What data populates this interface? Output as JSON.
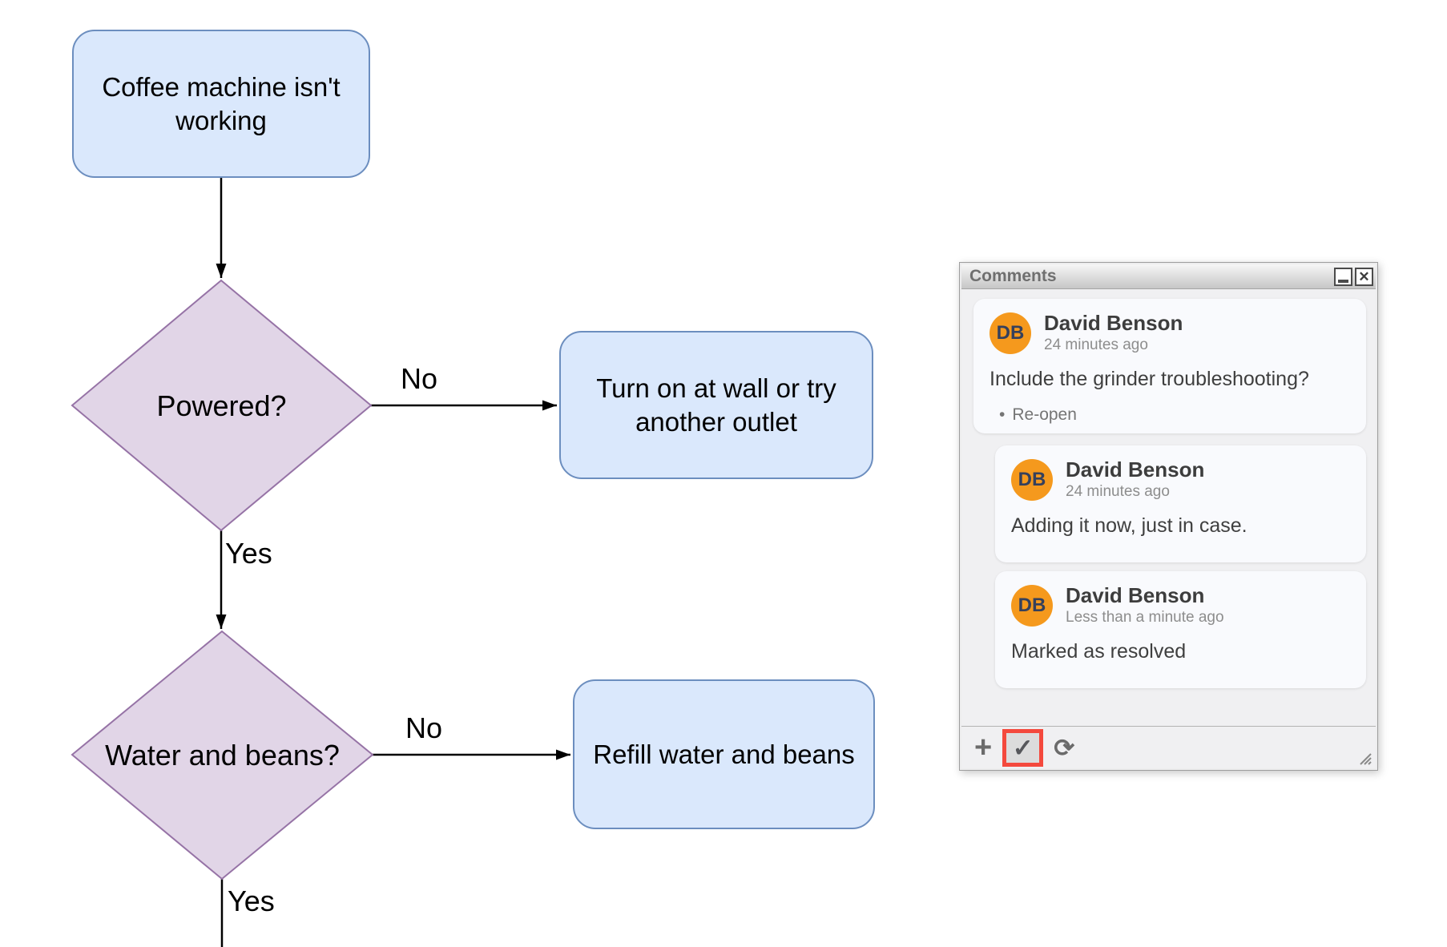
{
  "flowchart": {
    "nodes": {
      "start": {
        "label": "Coffee machine isn't working"
      },
      "decision_powered": {
        "label": "Powered?"
      },
      "action_power": {
        "label": "Turn on at wall or try another outlet"
      },
      "decision_supplies": {
        "label": "Water and beans?"
      },
      "action_refill": {
        "label": "Refill water and beans"
      }
    },
    "edge_labels": {
      "powered_no": "No",
      "powered_yes": "Yes",
      "supplies_no": "No",
      "supplies_yes": "Yes"
    },
    "colors": {
      "process_fill": "#dae8fc",
      "process_border": "#6c8ebf",
      "decision_fill": "#e1d5e7",
      "decision_border": "#9673a6",
      "arrow": "#000000"
    }
  },
  "comments_panel": {
    "title": "Comments",
    "avatar_color": "#f5991d",
    "highlight_color": "#f4493d",
    "icons": {
      "close": "✕",
      "plus": "+",
      "check": "✓",
      "refresh": "⟳",
      "bullet": "•"
    },
    "comments": [
      {
        "initials": "DB",
        "author": "David Benson",
        "time": "24 minutes ago",
        "text": "Include the grinder troubleshooting?",
        "action": "Re-open"
      },
      {
        "initials": "DB",
        "author": "David Benson",
        "time": "24 minutes ago",
        "text": "Adding it now, just in case."
      },
      {
        "initials": "DB",
        "author": "David Benson",
        "time": "Less than a minute ago",
        "text": "Marked as resolved"
      }
    ]
  }
}
